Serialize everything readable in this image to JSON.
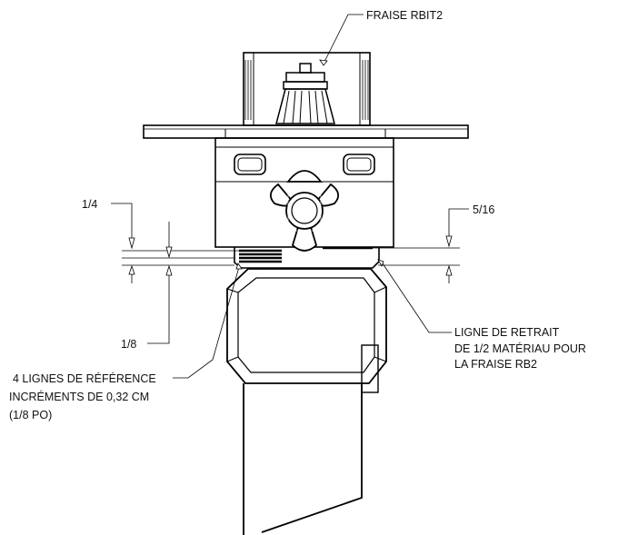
{
  "labels": {
    "fraise_rbit2": "FRAISE RBIT2",
    "dim_quarter": "1/4",
    "dim_five_sixteenths": "5/16",
    "dim_eighth": "1/8",
    "retrait_line1": "LIGNE DE RETRAIT",
    "retrait_line2": "DE 1/2 MATÉRIAU POUR",
    "retrait_line3": "LA FRAISE RB2",
    "reference_line1": "4 LIGNES DE RÉFÉRENCE",
    "reference_line2": "INCRÉMENTS DE 0,32 CM",
    "reference_line3": "(1/8 PO)"
  }
}
